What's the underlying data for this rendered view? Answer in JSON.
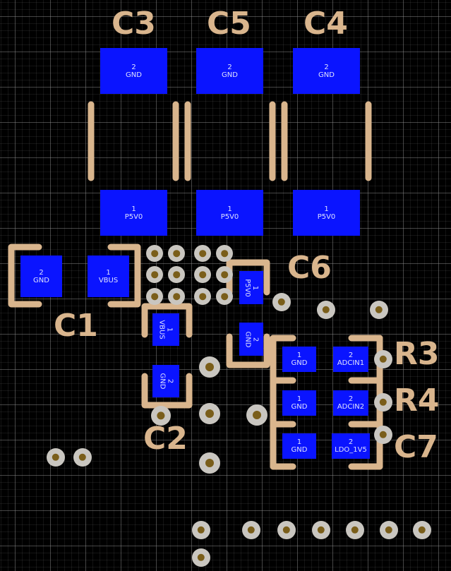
{
  "designators": {
    "c1": "C1",
    "c2": "C2",
    "c3": "C3",
    "c4": "C4",
    "c5": "C5",
    "c6": "C6",
    "c7": "C7",
    "r3": "R3",
    "r4": "R4"
  },
  "pads": {
    "c3_p2": {
      "num": "2",
      "net": "GND"
    },
    "c5_p2": {
      "num": "2",
      "net": "GND"
    },
    "c4_p2": {
      "num": "2",
      "net": "GND"
    },
    "c3_p1": {
      "num": "1",
      "net": "P5V0"
    },
    "c5_p1": {
      "num": "1",
      "net": "P5V0"
    },
    "c4_p1": {
      "num": "1",
      "net": "P5V0"
    },
    "c1_p2": {
      "num": "2",
      "net": "GND"
    },
    "c1_p1": {
      "num": "1",
      "net": "VBUS"
    },
    "c6_p1": {
      "num": "1",
      "net": "P5V0"
    },
    "c6_p2": {
      "num": "2",
      "net": "GND"
    },
    "c2_p1": {
      "num": "1",
      "net": "VBUS"
    },
    "c2_p2": {
      "num": "2",
      "net": "GND"
    },
    "r3_p1": {
      "num": "1",
      "net": "GND"
    },
    "r3_p2": {
      "num": "2",
      "net": "ADCIN1"
    },
    "r4_p1": {
      "num": "1",
      "net": "GND"
    },
    "r4_p2": {
      "num": "2",
      "net": "ADCIN2"
    },
    "c7_p1": {
      "num": "1",
      "net": "GND"
    },
    "c7_p2": {
      "num": "2",
      "net": "LDO_1V5"
    }
  },
  "colors": {
    "background": "#000000",
    "silkscreen": "#d9b58d",
    "pad": "#0a14ff",
    "pad_text": "#dde0ff",
    "via": "#c9c6c0",
    "via_hole": "#7a5e1a"
  }
}
